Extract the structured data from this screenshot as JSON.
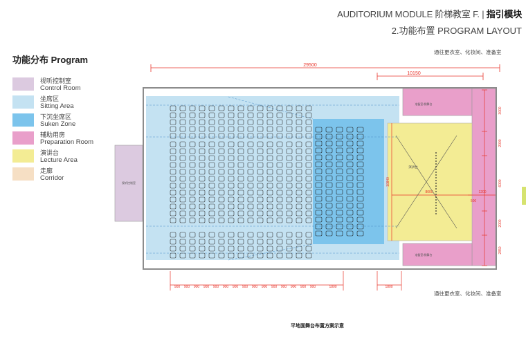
{
  "header": {
    "line1_prefix": "AUDITORIUM MODULE 阶梯教室 F. | ",
    "line1_bold": "指引模块",
    "line2": "2.功能布置 PROGRAM LAYOUT"
  },
  "section_title": "功能分布 Program",
  "legend": [
    {
      "zh": "视听控制室",
      "en": "Control Room",
      "color": "#dccae0"
    },
    {
      "zh": "坐席区",
      "en": "Sitting Area",
      "color": "#c4e2f2"
    },
    {
      "zh": "下沉坐席区",
      "en": "Suken Zone",
      "color": "#7cc4ec"
    },
    {
      "zh": "辅助用房",
      "en": "Preparation Room",
      "color": "#e99fca"
    },
    {
      "zh": "演讲台",
      "en": "Lecture Area",
      "color": "#f3ec94"
    },
    {
      "zh": "走廊",
      "en": "Corridor",
      "color": "#f6dfc4"
    }
  ],
  "notes": {
    "top": "通往更衣室、化妆间、准备室",
    "bottom": "通往更衣室、化妆间、准备室"
  },
  "plan": {
    "room_labels": {
      "control": "视听控制室",
      "prep_top": "准备室/侧舞台",
      "prep_bottom": "准备室/侧舞台",
      "lecture": "演讲台"
    },
    "dims_top": [
      "29500",
      "10150"
    ],
    "dims_right": [
      "3000",
      "2000",
      "6000",
      "2000",
      "2850"
    ],
    "dims_bottom": [
      "900",
      "900",
      "900",
      "900",
      "900",
      "900",
      "900",
      "900",
      "900",
      "900",
      "900",
      "900",
      "900",
      "900",
      "900",
      "1800"
    ],
    "dim_bottom_extra": "1800",
    "dim_stage_width": "8000",
    "dim_stage_height": "10840",
    "dim_stage_side": "1200",
    "dim_stage_front": "500"
  },
  "caption": "平地面舞台布置方案示意",
  "colors": {
    "sitting": "#c4e2f2",
    "sunken": "#7cc4ec",
    "prep": "#e99fca",
    "lecture": "#f3ec94",
    "control": "#dccae0",
    "dimension": "#e8342a",
    "wall": "#8c8c8c"
  }
}
